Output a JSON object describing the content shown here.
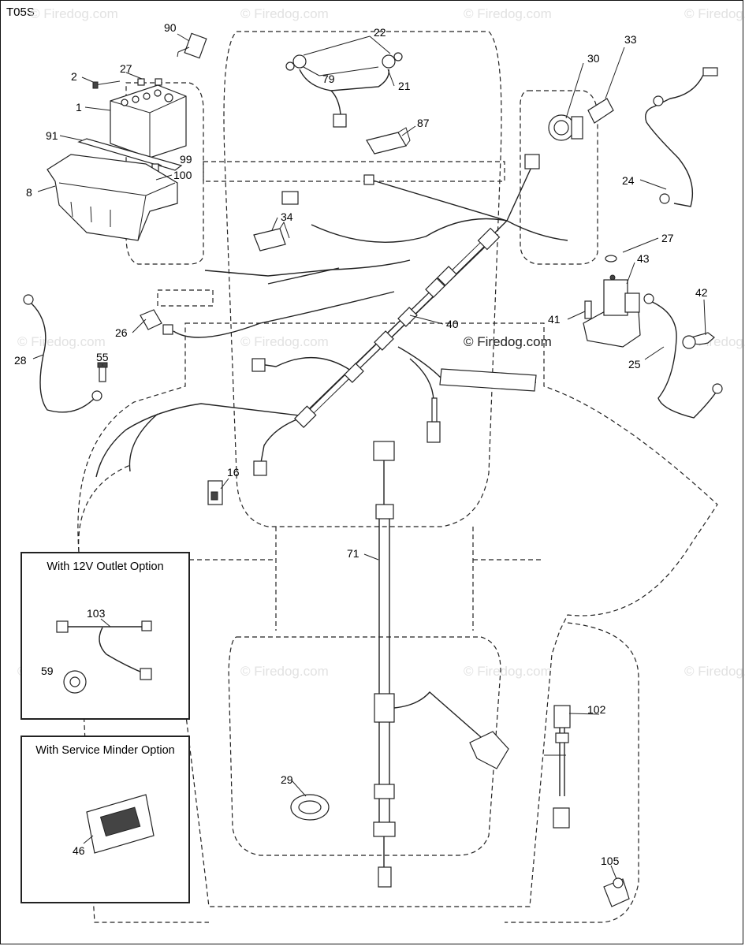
{
  "diagram_code": "T05S",
  "watermark_text": "© Firedog.com",
  "center_watermark": "© Firedog.com",
  "option_boxes": {
    "outlet": {
      "title": "With 12V Outlet Option"
    },
    "service_minder": {
      "title": "With Service Minder Option"
    }
  },
  "callouts": [
    "90",
    "2",
    "27",
    "1",
    "91",
    "99",
    "100",
    "8",
    "22",
    "79",
    "21",
    "87",
    "34",
    "30",
    "33",
    "24",
    "27",
    "43",
    "41",
    "42",
    "25",
    "28",
    "26",
    "55",
    "40",
    "16",
    "71",
    "103",
    "59",
    "46",
    "29",
    "102",
    "105"
  ]
}
